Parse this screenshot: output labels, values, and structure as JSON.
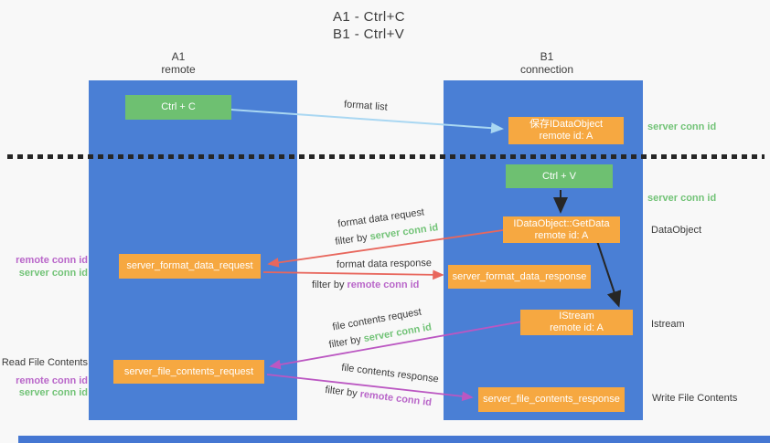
{
  "title": {
    "line1": "A1 - Ctrl+C",
    "line2": "B1 - Ctrl+V"
  },
  "lanes": {
    "left": {
      "name": "A1",
      "role": "remote"
    },
    "right": {
      "name": "B1",
      "role": "connection"
    }
  },
  "nodes": {
    "ctrl_c": {
      "label": "Ctrl + C"
    },
    "ctrl_v": {
      "label": "Ctrl + V"
    },
    "save_dataobject": {
      "line1": "保存IDataObject",
      "line2": "remote id: A"
    },
    "getdata": {
      "line1": "IDataObject::GetData",
      "line2": "remote id: A"
    },
    "istream": {
      "line1": "IStream",
      "line2": "remote id: A"
    },
    "format_request": {
      "label": "server_format_data_request"
    },
    "format_response": {
      "label": "server_format_data_response"
    },
    "file_request": {
      "label": "server_file_contents_request"
    },
    "file_response": {
      "label": "server_file_contents_response"
    }
  },
  "arrows": {
    "format_list": {
      "label": "format list"
    },
    "format_data_request": {
      "label": "format data request",
      "filter_prefix": "filter by",
      "filter_key": "server conn id"
    },
    "format_data_response": {
      "label": "format data response",
      "filter_prefix": "filter by",
      "filter_key": "remote conn id"
    },
    "file_contents_request": {
      "label": "file contents request",
      "filter_prefix": "filter by",
      "filter_key": "server conn id"
    },
    "file_contents_response": {
      "label": "file contents response",
      "filter_prefix": "filter by",
      "filter_key": "remote conn id"
    }
  },
  "annotations": {
    "right": {
      "server_conn_id_top": "server conn id",
      "server_conn_id_mid": "server conn id",
      "dataobject": "DataObject",
      "istream": "Istream",
      "write_file_contents": "Write File Contents"
    },
    "left": {
      "remote_conn_id_top": "remote conn id",
      "server_conn_id_top": "server conn id",
      "read_file_contents": "Read File Contents",
      "remote_conn_id_bottom": "remote conn id",
      "server_conn_id_bottom": "server conn id"
    }
  },
  "colors": {
    "lane_blue": "#4a7fd5",
    "bottom_bar_blue": "#4577d2",
    "box_green": "#6ec071",
    "box_orange": "#f6a841",
    "arrow_red": "#e8675d",
    "arrow_magenta": "#bb57c2",
    "arrow_light_blue": "#a9d7f2",
    "arrow_black": "#262626",
    "text_green": "#72c377",
    "text_purple": "#b966c9"
  }
}
